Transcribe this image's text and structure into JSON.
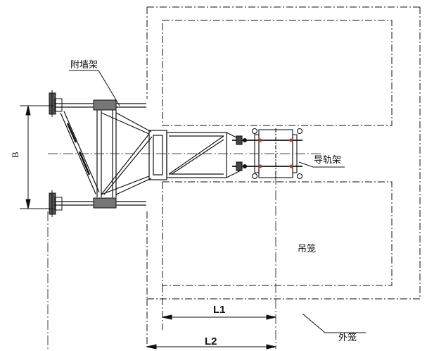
{
  "labels": {
    "wall_bracket": "附墙架",
    "guide_rail_frame": "导轨架",
    "cage": "吊笼",
    "outer_cage": "外笼",
    "dim_b": "B",
    "dim_l1": "L1",
    "dim_l2": "L2"
  },
  "colors": {
    "line": "#111111",
    "accent_red": "#c0392b"
  }
}
